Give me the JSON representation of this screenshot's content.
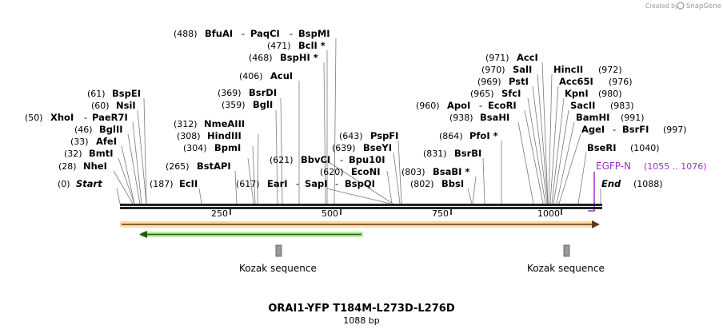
{
  "brand": {
    "created_by": "Created by",
    "name": "SnapGene"
  },
  "plasmid": {
    "name": "ORAI1-YFP T184M-L273D-L276D",
    "length": "1088 bp"
  },
  "ruler": {
    "ticks": [
      "250",
      "500",
      "750",
      "1000"
    ]
  },
  "terminals": {
    "start": {
      "pos": "(0)",
      "label": "Start"
    },
    "end": {
      "label": "End",
      "pos": "(1088)"
    }
  },
  "feature_primer": {
    "name": "EGFP-N",
    "range": "(1055 .. 1076)",
    "color": "#9b30c8"
  },
  "features": [
    {
      "label": "Kozak sequence"
    },
    {
      "label": "Kozak sequence"
    }
  ],
  "colors": {
    "orange_arrow": "#f0a030",
    "green_arrow": "#3aa820",
    "backbone": "#222222"
  },
  "sites": [
    {
      "pos": "(28)",
      "names": [
        "NheI"
      ]
    },
    {
      "pos": "(32)",
      "names": [
        "BmtI"
      ]
    },
    {
      "pos": "(33)",
      "names": [
        "AfeI"
      ]
    },
    {
      "pos": "(46)",
      "names": [
        "BglII"
      ]
    },
    {
      "pos": "(50)",
      "names": [
        "XhoI",
        "PaeR7I"
      ]
    },
    {
      "pos": "(60)",
      "names": [
        "NsiI"
      ]
    },
    {
      "pos": "(61)",
      "names": [
        "BspEI"
      ]
    },
    {
      "pos": "(187)",
      "names": [
        "EcII"
      ]
    },
    {
      "pos": "(265)",
      "names": [
        "BstAPI"
      ]
    },
    {
      "pos": "(304)",
      "names": [
        "BpmI"
      ]
    },
    {
      "pos": "(308)",
      "names": [
        "HindIII"
      ]
    },
    {
      "pos": "(312)",
      "names": [
        "NmeAIII"
      ]
    },
    {
      "pos": "(359)",
      "names": [
        "BglI"
      ]
    },
    {
      "pos": "(369)",
      "names": [
        "BsrDI"
      ]
    },
    {
      "pos": "(406)",
      "names": [
        "AcuI"
      ]
    },
    {
      "pos": "(468)",
      "names": [
        "BspHI *"
      ]
    },
    {
      "pos": "(471)",
      "names": [
        "BclI *"
      ]
    },
    {
      "pos": "(488)",
      "names": [
        "BfuAI",
        "PaqCI",
        "BspMI"
      ]
    },
    {
      "pos": "(617)",
      "names": [
        "EarI",
        "SapI",
        "BspQI"
      ]
    },
    {
      "pos": "(621)",
      "names": [
        "BbvCI",
        "Bpu10I"
      ]
    },
    {
      "pos": "(620)",
      "names": [
        "EcoNI"
      ]
    },
    {
      "pos": "(639)",
      "names": [
        "BseYI"
      ]
    },
    {
      "pos": "(643)",
      "names": [
        "PspFI"
      ]
    },
    {
      "pos": "(802)",
      "names": [
        "BbsI"
      ]
    },
    {
      "pos": "(803)",
      "names": [
        "BsaBI *"
      ]
    },
    {
      "pos": "(831)",
      "names": [
        "BsrBI"
      ]
    },
    {
      "pos": "(864)",
      "names": [
        "PfoI *"
      ]
    },
    {
      "pos": "(938)",
      "names": [
        "BsaHI"
      ]
    },
    {
      "pos": "(960)",
      "names": [
        "ApoI",
        "EcoRI"
      ]
    },
    {
      "pos": "(965)",
      "names": [
        "SfcI"
      ]
    },
    {
      "pos": "(969)",
      "names": [
        "PstI"
      ]
    },
    {
      "pos": "(970)",
      "names": [
        "SalI"
      ]
    },
    {
      "pos": "(971)",
      "names": [
        "AccI"
      ]
    },
    {
      "pos": "(972)",
      "names": [
        "HincII"
      ]
    },
    {
      "pos": "(976)",
      "names": [
        "Acc65I"
      ]
    },
    {
      "pos": "(980)",
      "names": [
        "KpnI"
      ]
    },
    {
      "pos": "(983)",
      "names": [
        "SacII"
      ]
    },
    {
      "pos": "(991)",
      "names": [
        "BamHI"
      ]
    },
    {
      "pos": "(997)",
      "names": [
        "AgeI",
        "BsrFI"
      ]
    },
    {
      "pos": "(1040)",
      "names": [
        "BseRI"
      ]
    }
  ]
}
